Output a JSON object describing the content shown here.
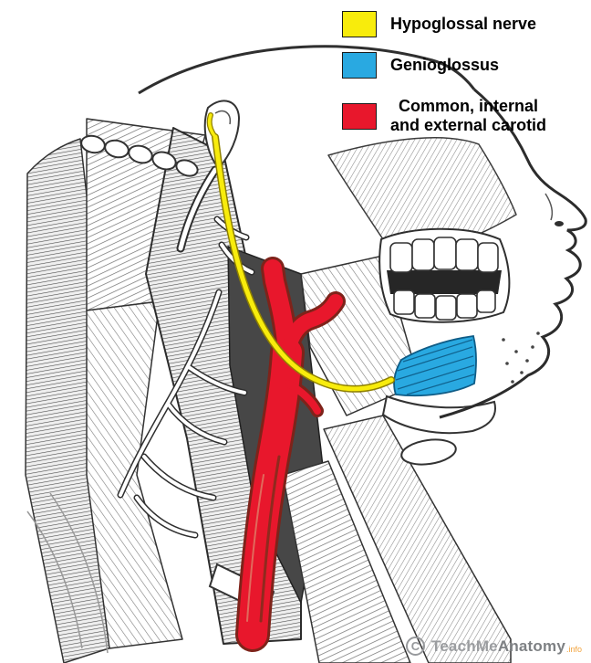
{
  "legend": {
    "items": [
      {
        "color": "#f8ec0c",
        "lines": [
          "Hypoglossal nerve"
        ]
      },
      {
        "color": "#29a9e1",
        "lines": [
          "Genioglossus"
        ]
      },
      {
        "color": "#e8172c",
        "lines": [
          "Common, internal",
          "and external carotid"
        ]
      }
    ]
  },
  "watermark": {
    "copyright_glyph": "C",
    "brand_part1": "TeachMe",
    "brand_part2": "Anatomy",
    "suffix": ".info"
  }
}
